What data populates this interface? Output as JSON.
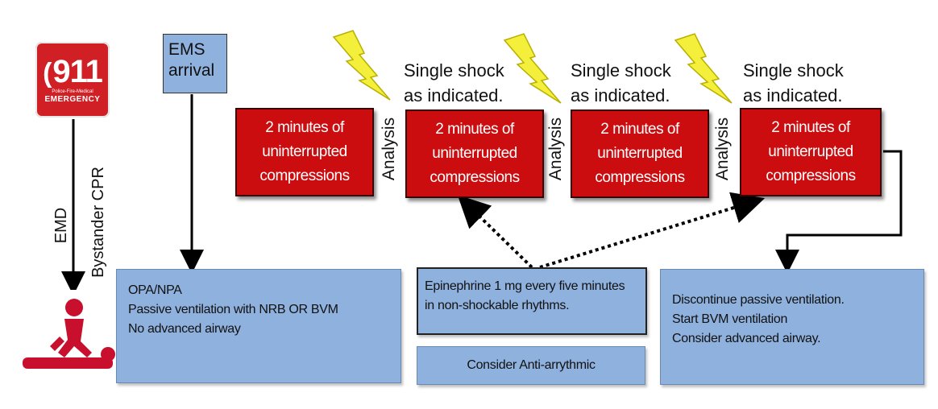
{
  "icon911": {
    "number": "911",
    "subtitle": "Police-Fire-Medical",
    "emergency": "EMERGENCY"
  },
  "labels": {
    "emd": "EMD",
    "bystander": "Bystander CPR",
    "ems_arrival_line1": "EMS",
    "ems_arrival_line2": "arrival",
    "analysis": "Analysis",
    "single_shock": "Single shock\nas indicated."
  },
  "compressions": [
    "2 minutes of uninterrupted compressions",
    "2 minutes of uninterrupted compressions",
    "2 minutes of uninterrupted compressions",
    "2 minutes of uninterrupted compressions"
  ],
  "compression_lines": [
    "2 minutes of",
    "uninterrupted",
    "compressions"
  ],
  "boxes": {
    "initial": {
      "lines": [
        "OPA/NPA",
        "Passive ventilation with NRB OR BVM",
        "No advanced airway"
      ]
    },
    "epinephrine": {
      "lines": [
        "Epinephrine 1 mg every five minutes",
        "in non-shockable rhythms."
      ]
    },
    "antiarrhythmic": {
      "text": "Consider Anti-arrythmic"
    },
    "advanced": {
      "lines": [
        "Discontinue passive ventilation.",
        "Start BVM ventilation",
        "Consider advanced airway."
      ]
    }
  },
  "colors": {
    "compression_red": "#cc0d10",
    "box_blue": "#8fb1de",
    "bolt_yellow": "#f4ef3a",
    "icon_red": "#d11f26"
  }
}
